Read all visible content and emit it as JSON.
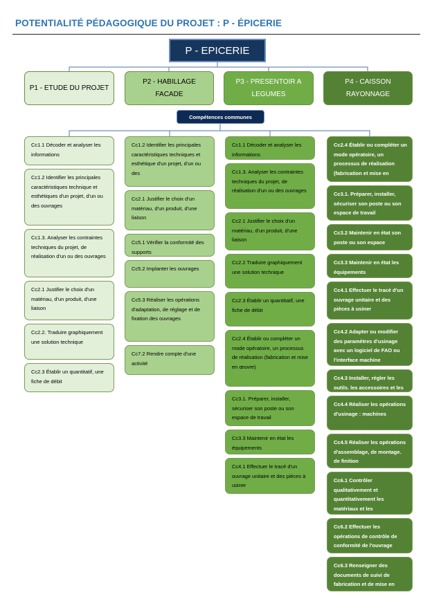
{
  "page_title": "POTENTIALITÉ PÉDAGOGIQUE DU PROJET : P - ÉPICERIE",
  "root": "P - EPICERIE",
  "common_label": "Compétences communes",
  "projects": [
    "P1 - ETUDE DU PROJET",
    "P2 - HABILLAGE\nFACADE",
    "P3 - PRESENTOIR A\nLEGUMES",
    "P4 - CAISSON\nRAYONNAGE"
  ],
  "columns": [
    {
      "cards": [
        "Cc1.1 Décoder et analyser les informations",
        "Cc1.2 Identifier les principales caractéristiques technique et esthétiques d'un projet, d'un   ou des ouvrages",
        "Cc1.3. Analyser les contraintes techniques du projet, de réalisation d'un ou des ouvrages",
        "Cc2.1 Justifier le choix d'un matériau, d'un produit, d'une liaison",
        "Cc2.2. Traduire graphiquement une solution technique",
        "Cc2.3 Établir un quantitatif, une fiche de débit"
      ]
    },
    {
      "cards": [
        "Cc1.2 Identifier les principales caractéristiques techniques et esthétique d'un projet, d'un ou des",
        "Cc2.1 Justifier le choix d'un matériau, d'un produit, d'une liaison",
        "Cc5.1 Vérifier la conformité des supports",
        "Cc5.2 Implanter les ouvrages",
        "Cc5.3 Réaliser les opérations d'adaptation, de réglage et de fixation des ouvrages",
        "Cc7.2 Rendre compte d'une activité"
      ]
    },
    {
      "cards": [
        "Cc1.1 Décoder et analyser les informations",
        "Cc1.3. Analyser les contraintes techniques du projet, de réalisation d'un ou des ouvrages",
        "Cc2.1 Justifier le choix d'un matériau, d'un produit, d'une liaison",
        "Cc2.2 Traduire graphiquement une solution technique",
        "Cc2.3 Établir un quantitatif, une fiche de débit",
        "Cc2.4 Établir ou compléter un mode opératoire, un processus de réalisation (fabrication et mise en œuvre)",
        "Cc3.1. Préparer, installer, sécuriser son poste ou son espace de travail",
        "Cc3.3 Maintenir en état les équipements",
        "Cc4.1 Effectuer le tracé d'un ouvrage unitaire et des pièces à usiner"
      ]
    },
    {
      "cards": [
        "Cc2.4 Établir ou compléter un mode opératoire, un processus de réalisation (fabrication et mise en",
        "Cc3.1. Préparer, installer, sécuriser son poste ou son espace de travail",
        "Cc3.2 Maintenir en état son poste ou son espace",
        "Cc3.3 Maintenir en état les équipements",
        "Cc4.1 Effectuer le tracé d'un ouvrage unitaire et des pièces à usiner",
        "Cc4.2 Adapter ou modifier des paramètres d'usinage avec un logiciel de FAO ou l'interface machine",
        "Cc4.3 Installer, régler les outils. les accessoires et les",
        "Cc4.4 Réaliser les opérations d'usinage : machines",
        "Cc4.5 Réaliser les opérations d'assemblage, de montage. de finition",
        "Cc6.1 Contrôler qualitativement et quantitativement les matériaux et les",
        "Cc6.2 Effectuer les opérations de contrôle de conformité de l'ouvrage",
        "Cc6.3 Renseigner des documents de suivi de fabrication et de mise en"
      ]
    }
  ]
}
